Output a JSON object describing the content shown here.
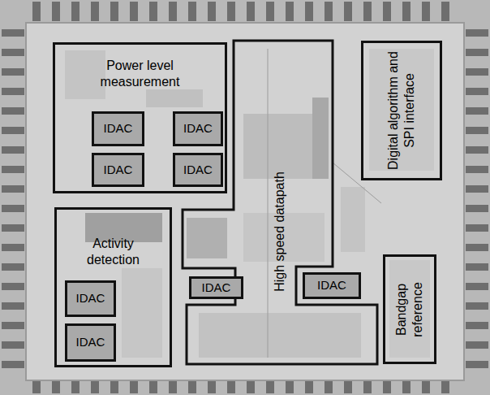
{
  "diagram": {
    "nodes": [
      {
        "text": [
          "Power level measurement"
        ]
      },
      {
        "text": [
          "IDAC"
        ],
        "in": 0
      },
      {
        "text": [
          "IDAC"
        ],
        "in": 0
      },
      {
        "text": [
          "IDAC"
        ],
        "in": 0
      },
      {
        "text": [
          "IDAC"
        ],
        "in": 0
      },
      {
        "text": [
          "High speed datapath"
        ]
      },
      {
        "text": [
          "Digital algorithm and SPI interface"
        ]
      },
      {
        "text": [
          "Activity detection"
        ]
      },
      {
        "text": [
          "IDAC"
        ],
        "in": 7
      },
      {
        "text": [
          "IDAC"
        ],
        "in": 7
      },
      {
        "text": [
          "IDAC"
        ]
      },
      {
        "text": [
          "IDAC"
        ]
      },
      {
        "text": [
          "Bandgap reference"
        ]
      }
    ]
  }
}
